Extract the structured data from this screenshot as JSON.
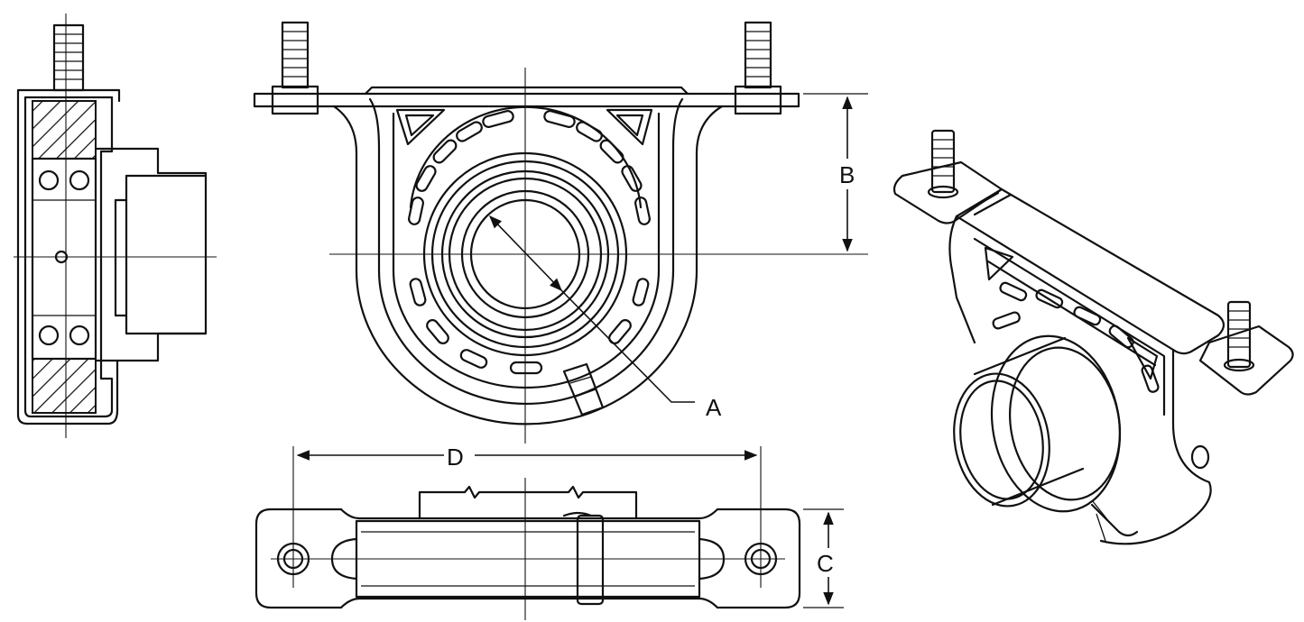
{
  "labels": {
    "a": "A",
    "b": "B",
    "c": "C",
    "d": "D"
  },
  "colors": {
    "line": "#111111",
    "background": "#ffffff"
  }
}
